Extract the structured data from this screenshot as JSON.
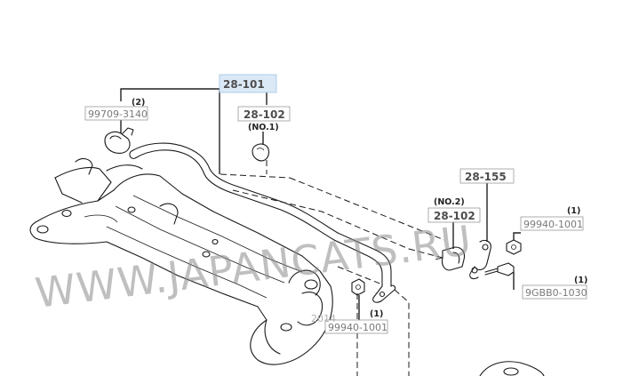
{
  "labels": {
    "main_part": "28-101",
    "clip_part": "99709-3140",
    "clip_qty": "(2)",
    "bushing_no1_part": "28-102",
    "bushing_no1_note": "(NO.1)",
    "link_part": "28-155",
    "bushing_no2_note": "(NO.2)",
    "bushing_no2_part": "28-102",
    "nut_upper_qty": "(1)",
    "nut_upper_part": "99940-1001",
    "bolt_qty": "(1)",
    "bolt_part": "9GBB0-1030",
    "nut_lower_qty": "(1)",
    "nut_lower_part": "99940-1001",
    "faint_ref": "2014"
  },
  "watermark": {
    "text": "WWW.JAPANCATS.RU"
  },
  "colors": {
    "highlight": "#dbe9f6",
    "label_gray": "#7a7a7a",
    "line": "#1a1a1a"
  }
}
